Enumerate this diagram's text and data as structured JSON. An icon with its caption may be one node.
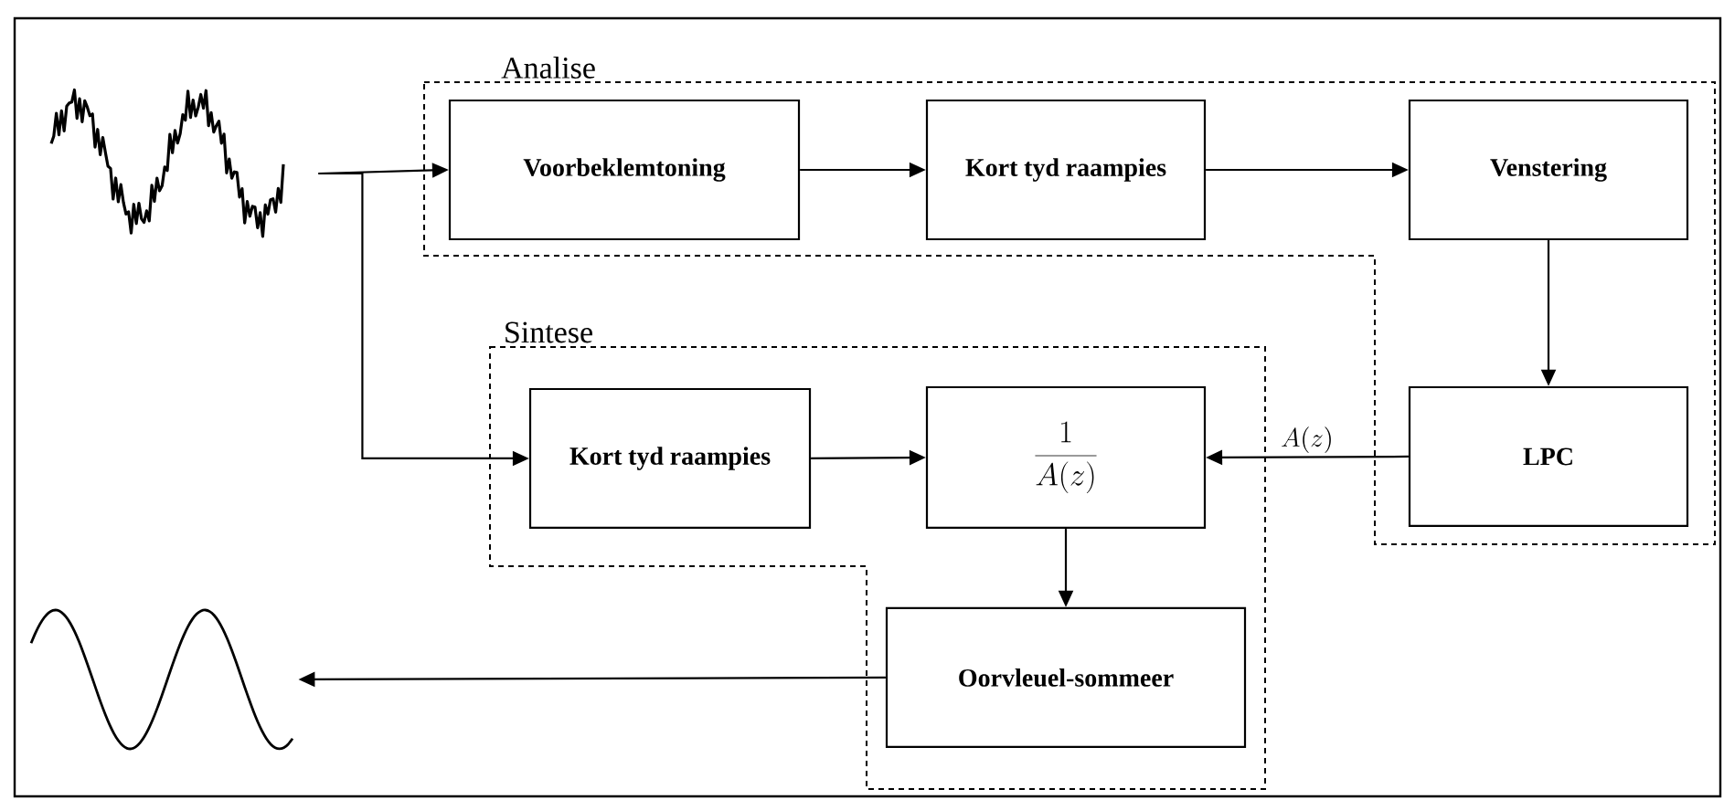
{
  "diagram": {
    "nodes": [
      {
        "text": [],
        "shape": "picture"
      },
      {
        "text": [
          "Analise"
        ]
      },
      {
        "text": [
          "Voorbeklemtoning"
        ],
        "in": 1
      },
      {
        "text": [
          "Kort tyd raampies"
        ],
        "in": 1
      },
      {
        "text": [
          "Venstering"
        ],
        "in": 1
      },
      {
        "text": [
          "LPC"
        ],
        "in": 1
      },
      {
        "text": [
          "Sintese"
        ]
      },
      {
        "text": [
          "Kort tyd raampies"
        ],
        "in": 6
      },
      {
        "text": [
          "\\frac{1}{A(z)}"
        ],
        "in": 6
      },
      {
        "text": [
          "Oorvleuel-sommeer"
        ],
        "in": 6
      },
      {
        "text": [],
        "shape": "picture"
      }
    ],
    "edges": [
      {
        "from": 0,
        "to": 2,
        "arrow": "to"
      },
      {
        "from": 0,
        "to": 7,
        "arrow": "to"
      },
      {
        "from": 2,
        "to": 3,
        "arrow": "to"
      },
      {
        "from": 3,
        "to": 4,
        "arrow": "to"
      },
      {
        "from": 4,
        "to": 5,
        "arrow": "to"
      },
      {
        "from": 5,
        "to": 8,
        "arrow": "to",
        "label": "A(z)"
      },
      {
        "from": 7,
        "to": 8,
        "arrow": "to"
      },
      {
        "from": 8,
        "to": 9,
        "arrow": "to"
      },
      {
        "from": 9,
        "to": 10,
        "arrow": "to"
      }
    ]
  }
}
